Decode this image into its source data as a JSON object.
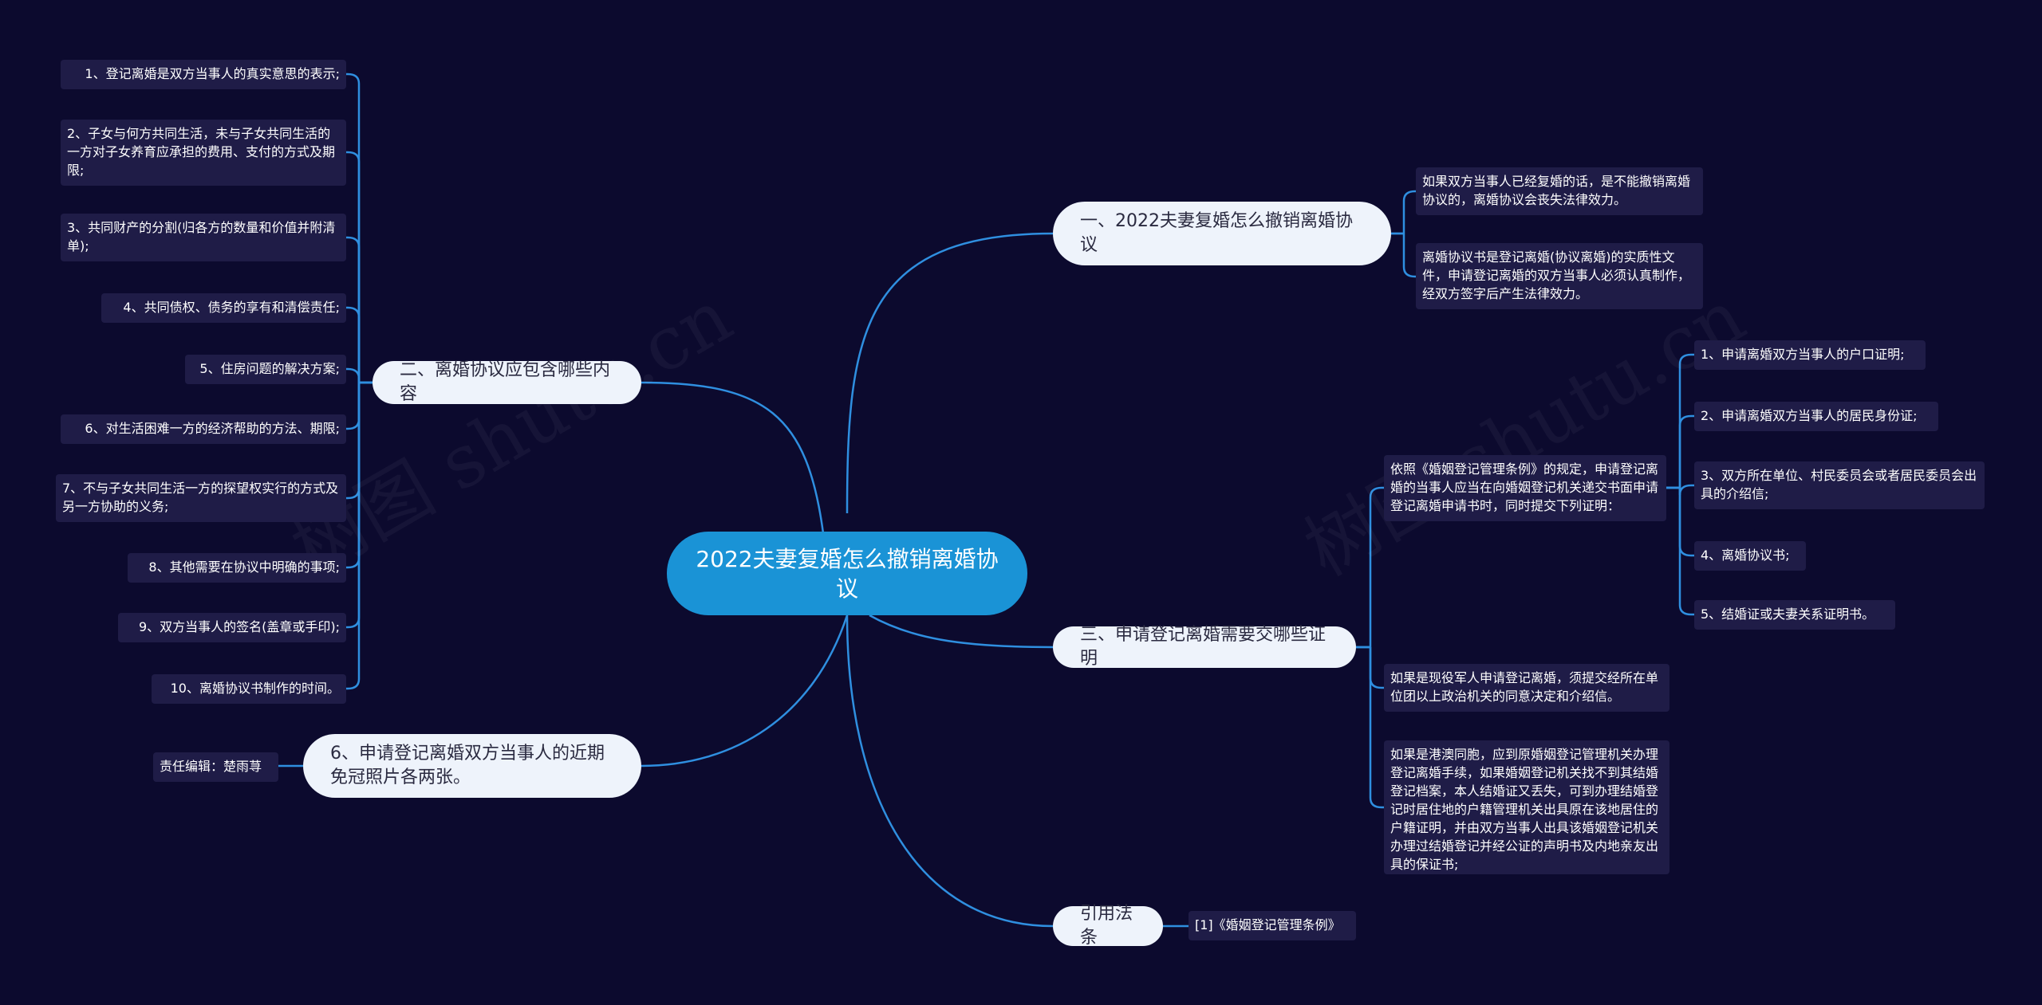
{
  "root": {
    "label": "2022夫妻复婚怎么撤销离婚协议"
  },
  "watermarks": [
    "树图 shutu.cn",
    "树图 shutu.cn"
  ],
  "branches": [
    {
      "label": "一、2022夫妻复婚怎么撤销离婚协议",
      "children": [
        {
          "label": "如果双方当事人已经复婚的话，是不能撤销离婚协议的，离婚协议会丧失法律效力。"
        },
        {
          "label": "离婚协议书是登记离婚(协议离婚)的实质性文件，申请登记离婚的双方当事人必须认真制作，经双方签字后产生法律效力。"
        }
      ]
    },
    {
      "label": "二、离婚协议应包含哪些内容",
      "children": [
        {
          "label": "1、登记离婚是双方当事人的真实意思的表示;"
        },
        {
          "label": "2、子女与何方共同生活，未与子女共同生活的一方对子女养育应承担的费用、支付的方式及期限;"
        },
        {
          "label": "3、共同财产的分割(归各方的数量和价值并附清单);"
        },
        {
          "label": "4、共同债权、债务的享有和清偿责任;"
        },
        {
          "label": "5、住房问题的解决方案;"
        },
        {
          "label": "6、对生活困难一方的经济帮助的方法、期限;"
        },
        {
          "label": "7、不与子女共同生活一方的探望权实行的方式及另一方协助的义务;"
        },
        {
          "label": "8、其他需要在协议中明确的事项;"
        },
        {
          "label": "9、双方当事人的签名(盖章或手印);"
        },
        {
          "label": "10、离婚协议书制作的时间。"
        }
      ]
    },
    {
      "label": "三、申请登记离婚需要交哪些证明",
      "children": [
        {
          "label": "依照《婚姻登记管理条例》的规定，申请登记离婚的当事人应当在向婚姻登记机关递交书面申请登记离婚申请书时，同时提交下列证明：",
          "children": [
            {
              "label": "1、申请离婚双方当事人的户口证明;"
            },
            {
              "label": "2、申请离婚双方当事人的居民身份证;"
            },
            {
              "label": "3、双方所在单位、村民委员会或者居民委员会出具的介绍信;"
            },
            {
              "label": "4、离婚协议书;"
            },
            {
              "label": "5、结婚证或夫妻关系证明书。"
            }
          ]
        },
        {
          "label": "如果是现役军人申请登记离婚，须提交经所在单位团以上政治机关的同意决定和介绍信。"
        },
        {
          "label": "如果是港澳同胞，应到原婚姻登记管理机关办理登记离婚手续，如果婚姻登记机关找不到其结婚登记档案，本人结婚证又丢失，可到办理结婚登记时居住地的户籍管理机关出具原在该地居住的户籍证明，并由双方当事人出具该婚姻登记机关办理过结婚登记并经公证的声明书及内地亲友出具的保证书;"
        }
      ]
    },
    {
      "label": "6、申请登记离婚双方当事人的近期免冠照片各两张。",
      "children": [
        {
          "label": "责任编辑：楚雨荨"
        }
      ]
    },
    {
      "label": "引用法条",
      "children": [
        {
          "label": "[1]《婚姻登记管理条例》"
        }
      ]
    }
  ],
  "colors": {
    "background": "#0c0a2e",
    "root": "#1a93d6",
    "branch": "#eef3fb",
    "leaf": "#1f1c47",
    "link": "#2f8fe0"
  }
}
